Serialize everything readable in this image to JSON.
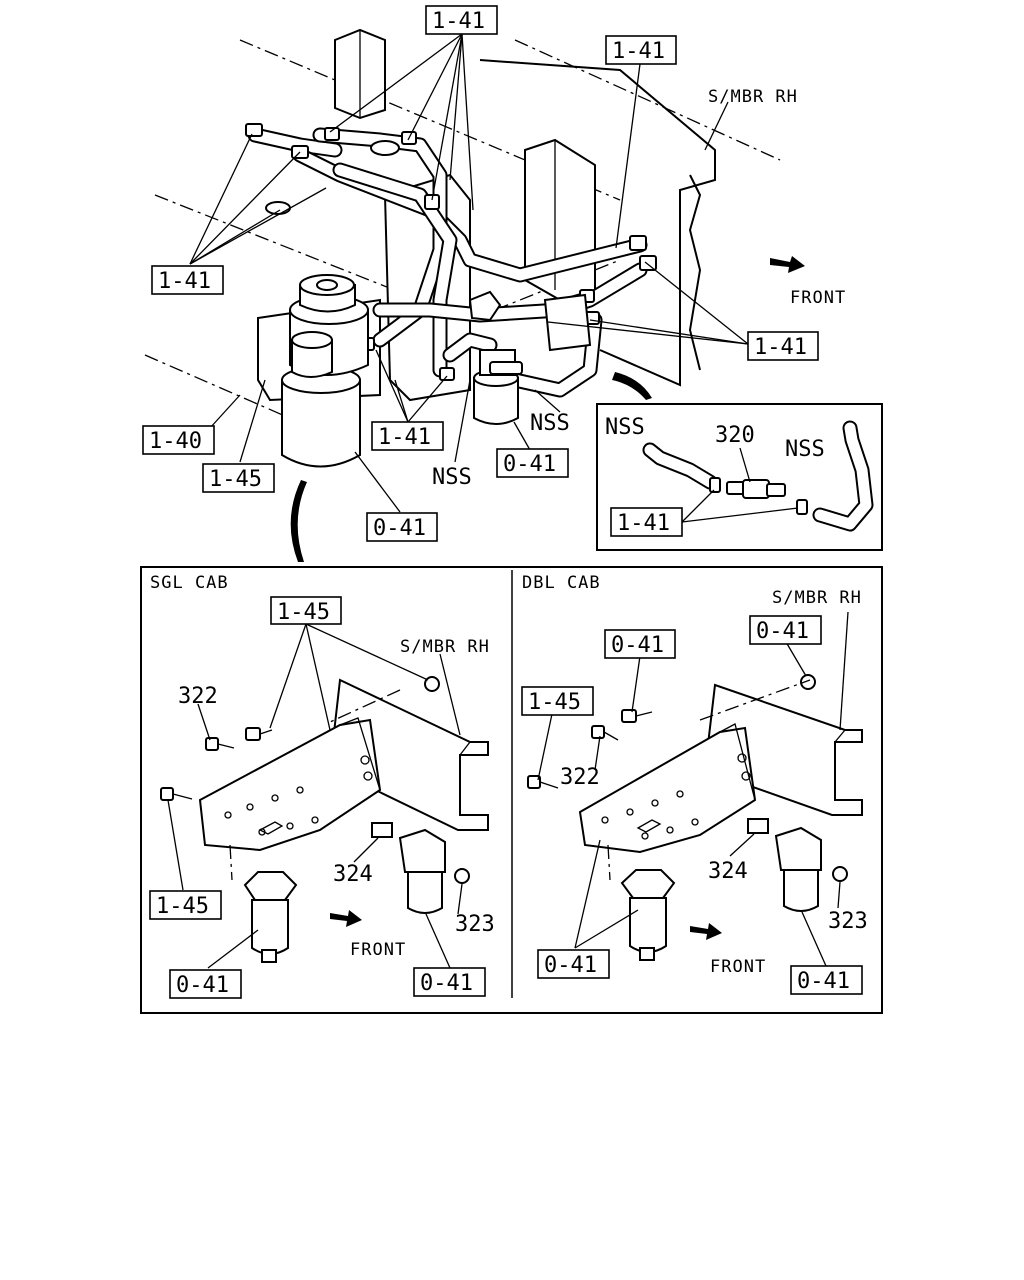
{
  "top": {
    "label_1_41_top": "1-41",
    "label_1_41_right": "1-41",
    "label_smbr_rh": "S/MBR RH",
    "label_front": "FRONT",
    "label_1_41_left": "1-41",
    "label_1_41_mid_right": "1-41",
    "label_1_41_center": "1-41",
    "label_1_40": "1-40",
    "label_1_45": "1-45",
    "label_nss_a": "NSS",
    "label_nss_b": "NSS",
    "label_0_41_a": "0-41",
    "label_0_41_b": "0-41"
  },
  "inset": {
    "label_nss_left": "NSS",
    "label_320": "320",
    "label_nss_right": "NSS",
    "label_1_41": "1-41"
  },
  "sgl": {
    "title": "SGL CAB",
    "label_1_45_top": "1-45",
    "label_smbr_rh": "S/MBR RH",
    "label_322": "322",
    "label_324": "324",
    "label_323": "323",
    "label_1_45_bottom": "1-45",
    "label_front": "FRONT",
    "label_0_41_left": "0-41",
    "label_0_41_right": "0-41"
  },
  "dbl": {
    "title": "DBL CAB",
    "label_smbr_rh": "S/MBR RH",
    "label_0_41_top": "0-41",
    "label_0_41_topright": "0-41",
    "label_1_45": "1-45",
    "label_322": "322",
    "label_324": "324",
    "label_323": "323",
    "label_front": "FRONT",
    "label_0_41_left": "0-41",
    "label_0_41_right": "0-41"
  }
}
